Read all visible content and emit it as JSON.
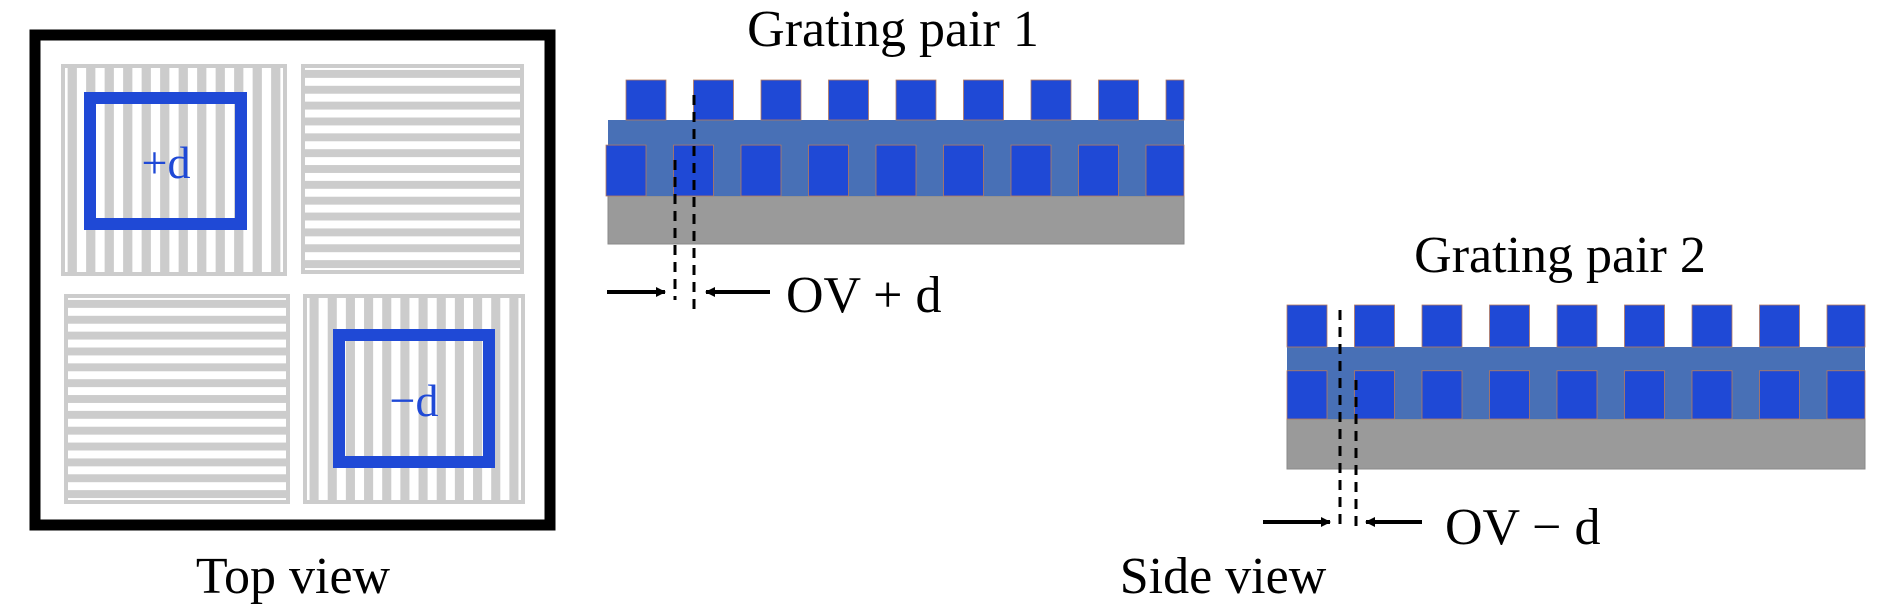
{
  "colors": {
    "tooth_blue": "#1f49d6",
    "layer_blue": "#4870b6",
    "substrate_gray": "#9a9a9a",
    "stripe_gray": "#cccccc",
    "frame_black": "#000000",
    "box_blue": "#1f49d6",
    "tooth_edge": "#b87a5c"
  },
  "top_view": {
    "caption": "Top view",
    "quadrants": [
      {
        "orientation": "vertical",
        "marker": "+d"
      },
      {
        "orientation": "horizontal",
        "marker": ""
      },
      {
        "orientation": "horizontal",
        "marker": ""
      },
      {
        "orientation": "vertical",
        "marker": "−d"
      }
    ]
  },
  "side_view": {
    "caption": "Side view",
    "pairs": [
      {
        "title": "Grating pair 1",
        "overlay_label": "OV + d"
      },
      {
        "title": "Grating pair 2",
        "overlay_label": "OV − d"
      }
    ]
  }
}
